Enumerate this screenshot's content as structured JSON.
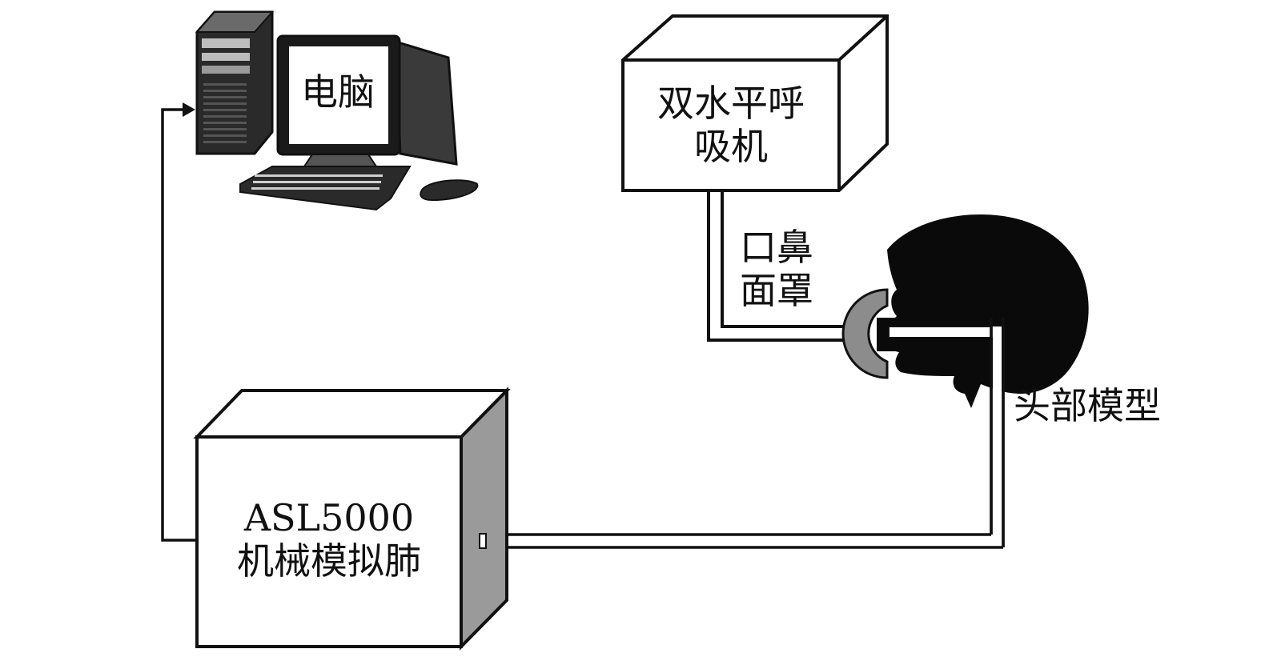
{
  "colors": {
    "ink": "#111111",
    "box_fill": "#ffffff",
    "side_shade": "#9a9a9a",
    "top_shade": "#ffffff",
    "head": "#0a0a0a",
    "mask": "#8c8c8c"
  },
  "nodes": {
    "computer": {
      "label": "电脑",
      "icon": "desktop-computer-icon"
    },
    "ventilator": {
      "line1": "双水平呼",
      "line2": "吸机"
    },
    "mask": {
      "line1": "口鼻",
      "line2": "面罩"
    },
    "head": {
      "label": "头部模型",
      "icon": "head-profile-icon"
    },
    "lung": {
      "line1": "ASL5000",
      "line2": "机械模拟肺"
    }
  }
}
